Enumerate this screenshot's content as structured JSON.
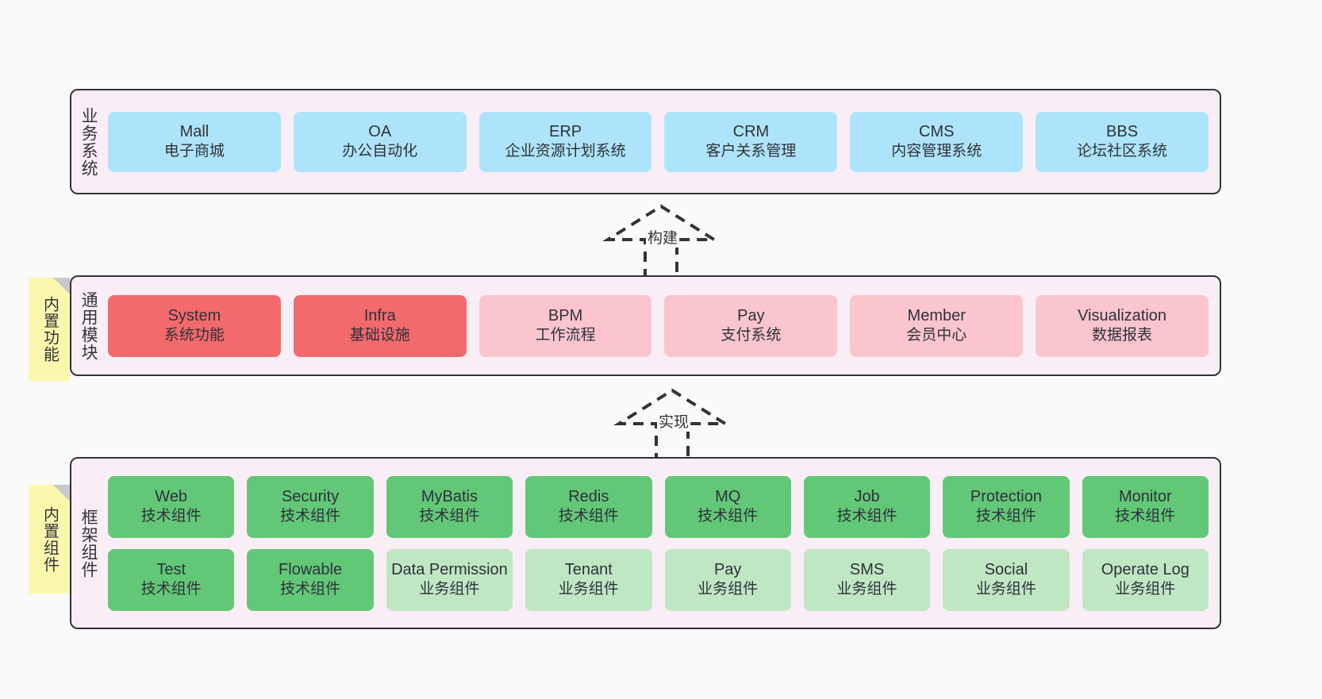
{
  "layers": [
    {
      "id": "business-system",
      "title": "业务系统",
      "rows": [
        {
          "cards": [
            {
              "en": "Mall",
              "cn": "电子商城",
              "style": "c-blue"
            },
            {
              "en": "OA",
              "cn": "办公自动化",
              "style": "c-blue"
            },
            {
              "en": "ERP",
              "cn": "企业资源计划系统",
              "style": "c-blue"
            },
            {
              "en": "CRM",
              "cn": "客户关系管理",
              "style": "c-blue"
            },
            {
              "en": "CMS",
              "cn": "内容管理系统",
              "style": "c-blue"
            },
            {
              "en": "BBS",
              "cn": "论坛社区系统",
              "style": "c-blue"
            }
          ]
        }
      ]
    },
    {
      "id": "common-module",
      "title": "通用模块",
      "rows": [
        {
          "cards": [
            {
              "en": "System",
              "cn": "系统功能",
              "style": "c-red"
            },
            {
              "en": "Infra",
              "cn": "基础设施",
              "style": "c-red"
            },
            {
              "en": "BPM",
              "cn": "工作流程",
              "style": "c-pink"
            },
            {
              "en": "Pay",
              "cn": "支付系统",
              "style": "c-pink"
            },
            {
              "en": "Member",
              "cn": "会员中心",
              "style": "c-pink"
            },
            {
              "en": "Visualization",
              "cn": "数据报表",
              "style": "c-pink"
            }
          ]
        }
      ]
    },
    {
      "id": "framework-component",
      "title": "框架组件",
      "rows": [
        {
          "cards": [
            {
              "en": "Web",
              "cn": "技术组件",
              "style": "c-green"
            },
            {
              "en": "Security",
              "cn": "技术组件",
              "style": "c-green"
            },
            {
              "en": "MyBatis",
              "cn": "技术组件",
              "style": "c-green"
            },
            {
              "en": "Redis",
              "cn": "技术组件",
              "style": "c-green"
            },
            {
              "en": "MQ",
              "cn": "技术组件",
              "style": "c-green"
            },
            {
              "en": "Job",
              "cn": "技术组件",
              "style": "c-green"
            },
            {
              "en": "Protection",
              "cn": "技术组件",
              "style": "c-green"
            },
            {
              "en": "Monitor",
              "cn": "技术组件",
              "style": "c-green"
            }
          ]
        },
        {
          "cards": [
            {
              "en": "Test",
              "cn": "技术组件",
              "style": "c-green"
            },
            {
              "en": "Flowable",
              "cn": "技术组件",
              "style": "c-green"
            },
            {
              "en": "Data Permission",
              "cn": "业务组件",
              "style": "c-lightgreen"
            },
            {
              "en": "Tenant",
              "cn": "业务组件",
              "style": "c-lightgreen"
            },
            {
              "en": "Pay",
              "cn": "业务组件",
              "style": "c-lightgreen"
            },
            {
              "en": "SMS",
              "cn": "业务组件",
              "style": "c-lightgreen"
            },
            {
              "en": "Social",
              "cn": "业务组件",
              "style": "c-lightgreen"
            },
            {
              "en": "Operate Log",
              "cn": "业务组件",
              "style": "c-lightgreen"
            }
          ]
        }
      ]
    }
  ],
  "stickies": [
    {
      "id": "builtin-function",
      "label": "内置功能"
    },
    {
      "id": "builtin-component",
      "label": "内置组件"
    }
  ],
  "arrows": [
    {
      "id": "build",
      "label": "构建"
    },
    {
      "id": "implement",
      "label": "实现"
    }
  ],
  "colors": {
    "background": "#fafafa",
    "band_fill": "#faeef6",
    "band_border": "#33343a",
    "blue": "#ade4fb",
    "red": "#f26a6c",
    "pink": "#fbc5ce",
    "green": "#62c878",
    "light_green": "#bfe7c4",
    "sticky_yellow": "#fbf8ad",
    "sticky_fold": "#c9c9c9",
    "text": "#33343a"
  }
}
